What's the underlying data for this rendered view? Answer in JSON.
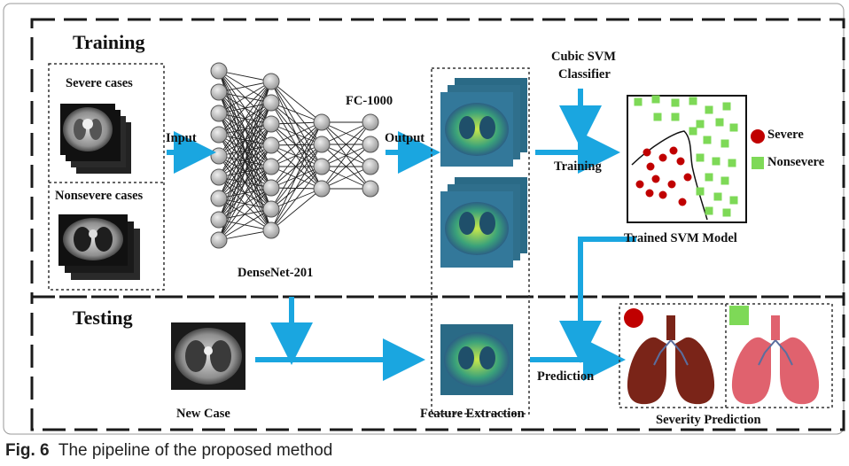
{
  "sections": {
    "training": "Training",
    "testing": "Testing"
  },
  "labels": {
    "severe_cases": "Severe cases",
    "nonsevere_cases": "Nonsevere cases",
    "input": "Input",
    "fc": "FC-1000",
    "output": "Output",
    "densenet": "DenseNet-201",
    "classifier_line1": "Cubic SVM",
    "classifier_line2": "Classifier",
    "training_arrow": "Training",
    "legend_severe": "Severe",
    "legend_nonsevere": "Nonsevere",
    "trained_model": "Trained SVM Model",
    "new_case": "New Case",
    "feature_extraction": "Feature Extraction",
    "prediction": "Prediction",
    "severity_prediction": "Severity Prediction"
  },
  "caption": {
    "fig": "Fig. 6",
    "text": "The pipeline of the proposed method"
  },
  "colors": {
    "arrow": "#1aa6e0",
    "severe": "#c00000",
    "nonsevere": "#7ed957",
    "lung_dark": "#7a2418",
    "lung_light": "#e0626e",
    "feature_bg": "#2a6a86"
  }
}
